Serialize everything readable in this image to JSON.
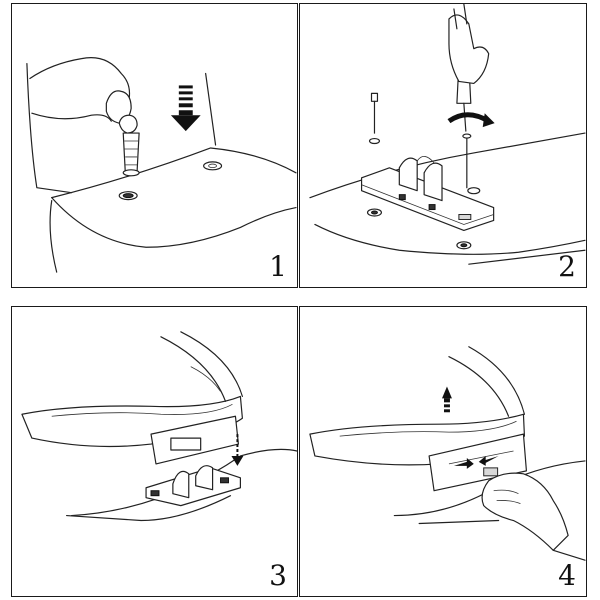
{
  "steps": [
    {
      "number": "1"
    },
    {
      "number": "2"
    },
    {
      "number": "3"
    },
    {
      "number": "4"
    }
  ]
}
